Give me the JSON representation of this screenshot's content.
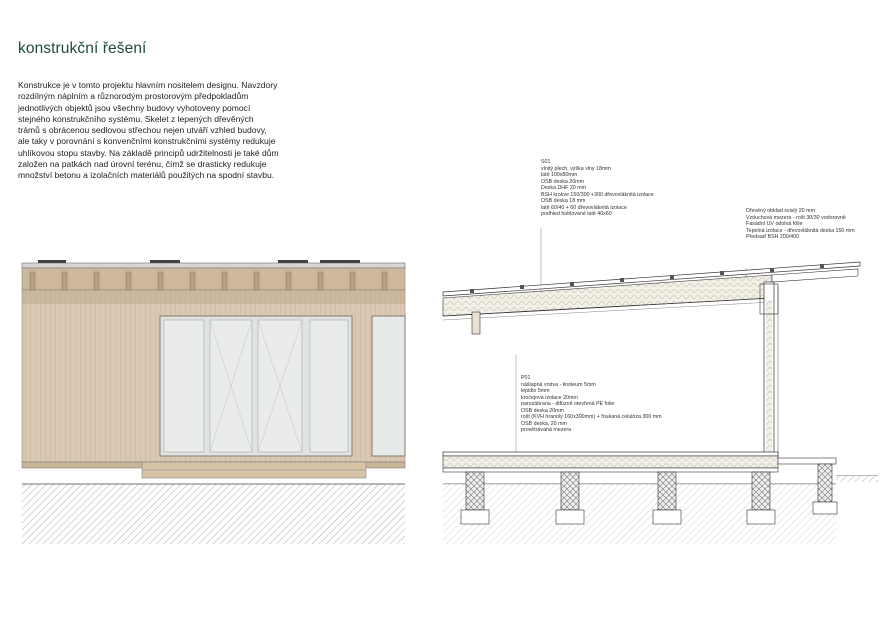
{
  "heading": "konstrukční řešení",
  "intro_text": "Konstrukce je v tomto projektu hlavním nositelem designu. Navzdory\nrozdílným náplním a různorodým prostorovým předpokladům\njednotlivých objektů jsou všechny budovy vyhotoveny pomocí\nstejného konstrukčního systému. Skelet z lepených dřevěných\ntrámů s obrácenou sedlovou střechou nejen utváří vzhled budovy,\nale taky v porovnání s konvenčními konstrukčními systémy redukuje\nuhlíkovou stopu stavby. Na základě principů udržitelnosti je také dům\nzaložen na patkách nad úrovní terénu, čímž se drasticky redukuje\nmnožství betonu  a izolačních materiálů použitých na spodní stavbu.",
  "notes": {
    "roof_s01": "S01\nvlnitý plech, výška vlny 18mm\nlatě 100x80mm\nOSB deska 20mm\nDeska DHF 20 mm\nBSH krokve 150/300 +300 dřevovláknitá izolace\nOSB deska 18 mm\nlatě 60/40 + 60 dřevovláknitá izolace\npodhled hoblované latě 40x60",
    "wall": "Dřevěný obklad svislý 20 mm\nVzduchová mezera - rošt 30/30 vodorovně\nFasádní UV odolná fólie\nTepelná izolace - dřevovláknitá deska 150 mm\nPředsaď BSH 200/400",
    "floor_p01": "P01\nnášlapná vrstva - linoleum 5mm\nlepidlo 5mm\nkročejová izolace 20mm\nparozábrana - difúzně otevřená PE folie\nOSB deska 20mm\nrošt (KVH hranoly 160x300mm) + foukaná celulóza 300 mm\nOSB deska, 20 mm\nprovětrávaná mezera"
  },
  "colors": {
    "heading": "#1f4a3e",
    "wood_cladding": "#d9c8b2",
    "glass": "#e6eae8",
    "ground_hatch": "#9a9a9a",
    "insulation": "#f1efe6"
  }
}
